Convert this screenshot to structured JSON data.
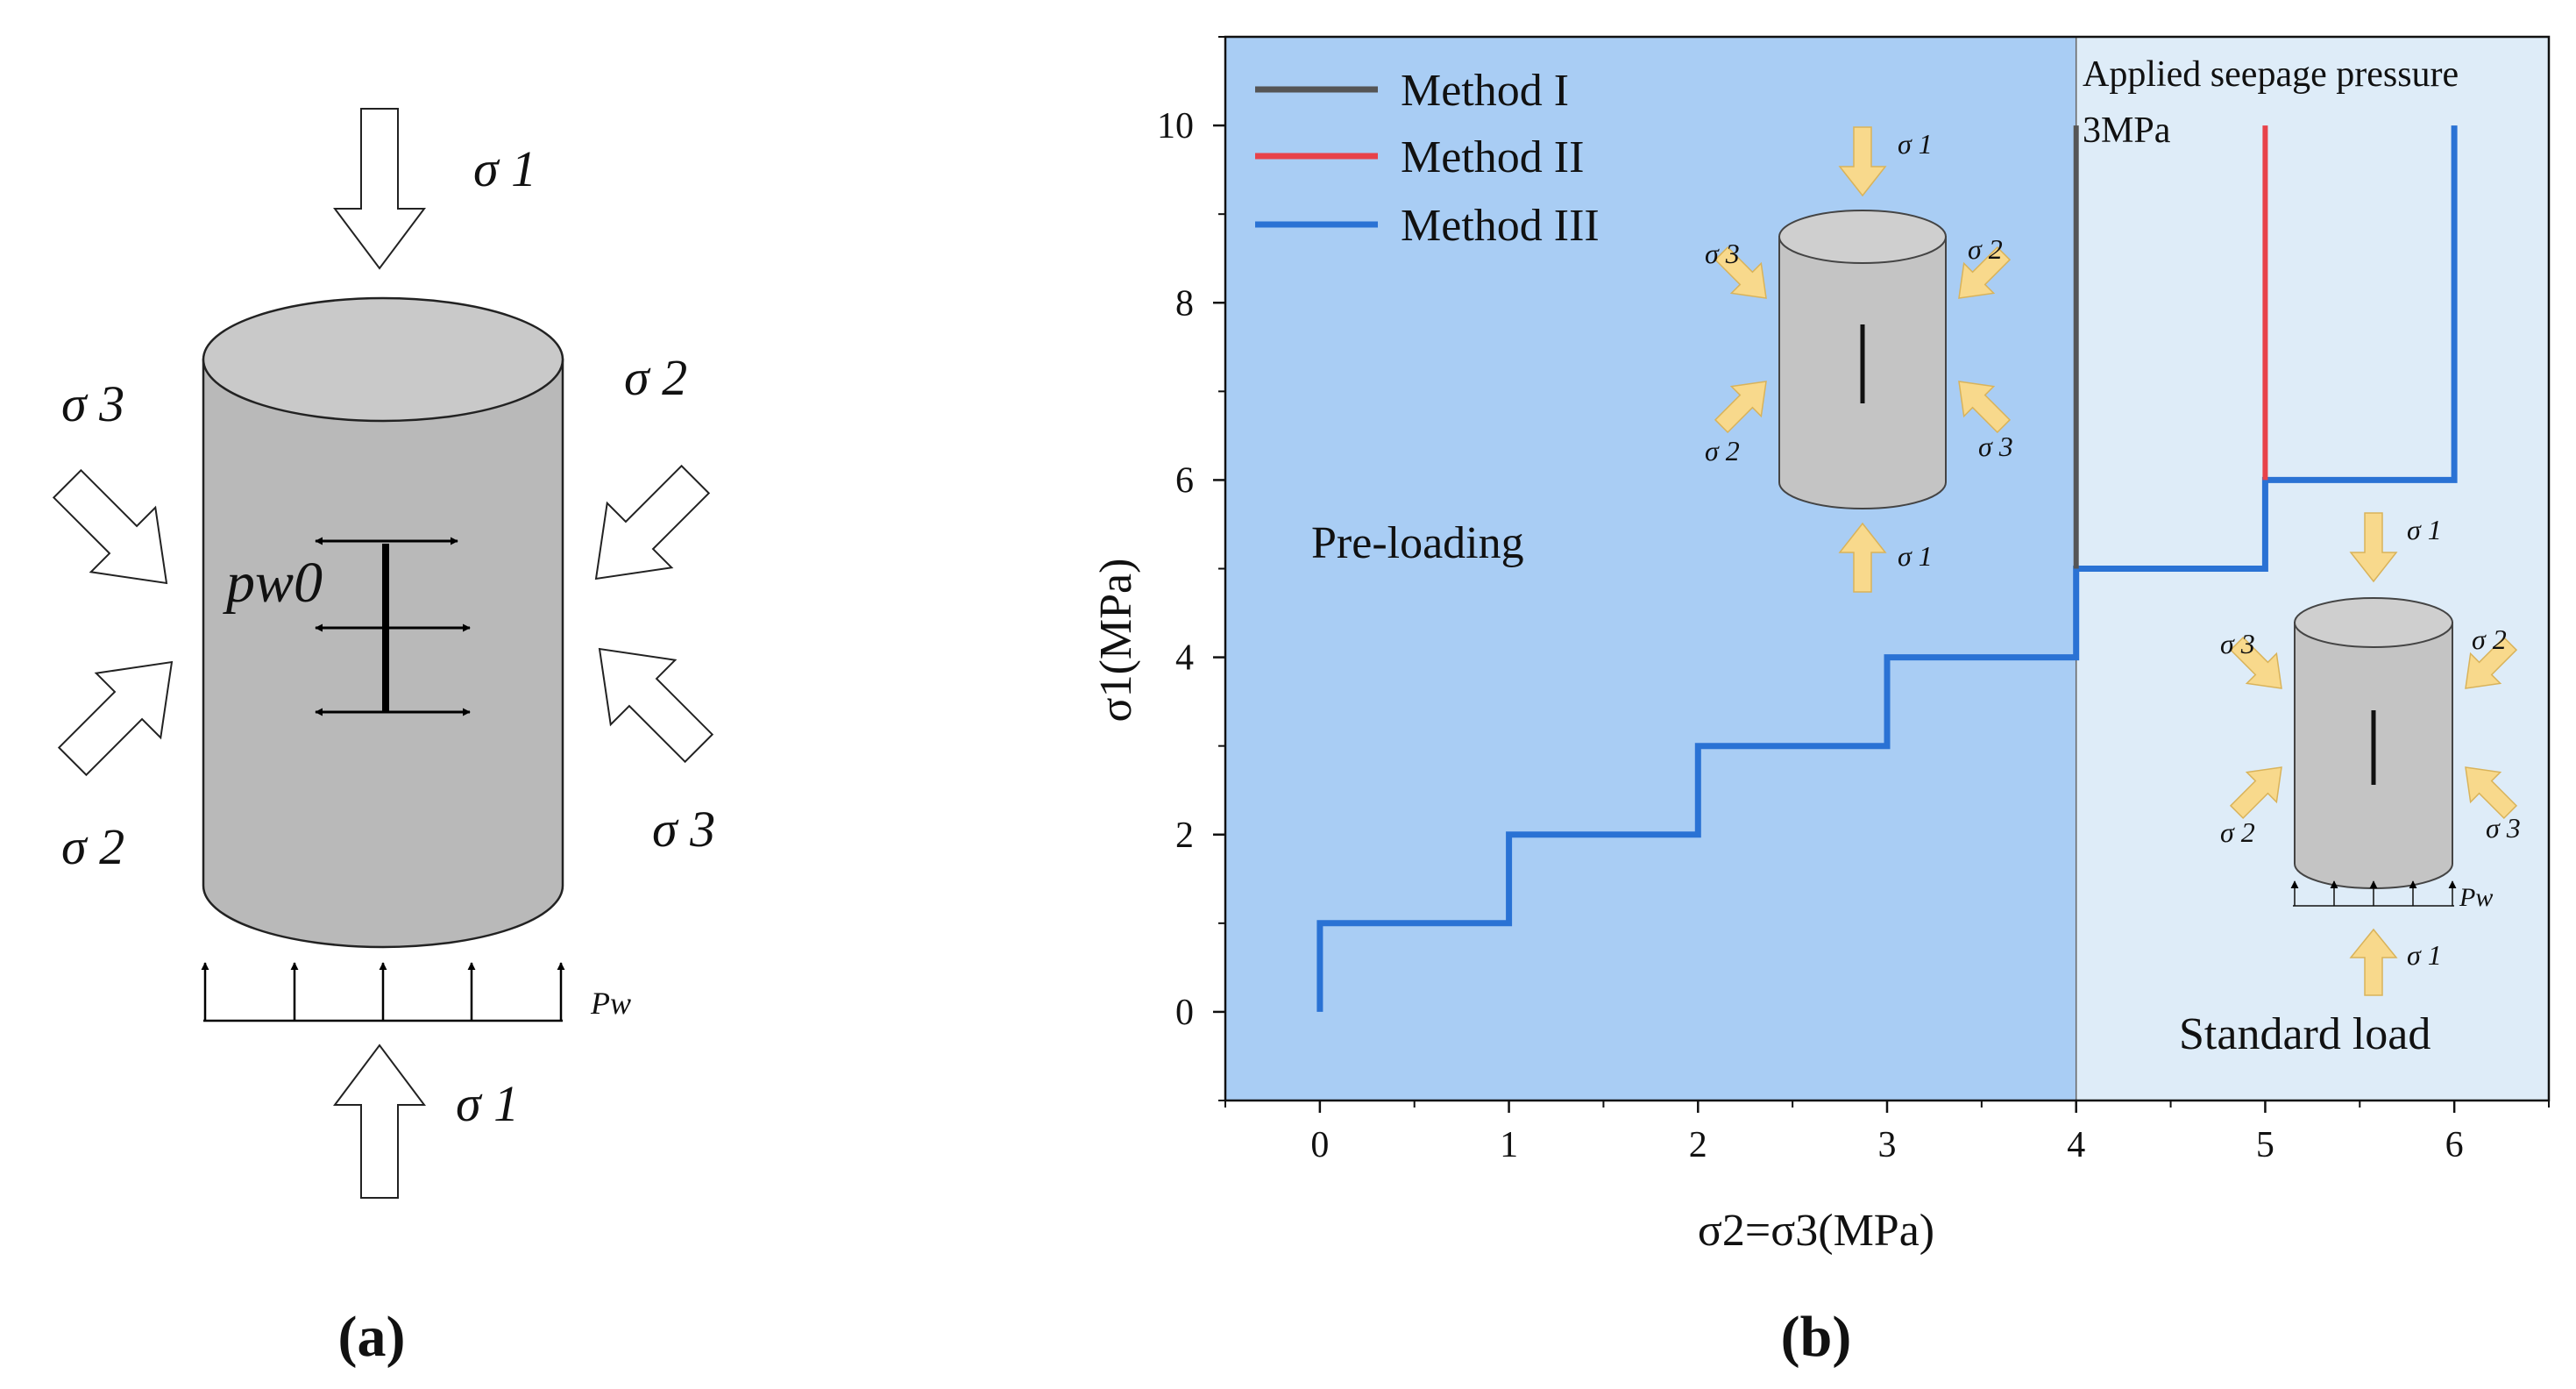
{
  "panel_a": {
    "caption": "(a)",
    "labels": {
      "sigma1_top": "σ 1",
      "sigma1_bottom": "σ 1",
      "sigma2_left": "σ 2",
      "sigma2_right": "σ 2",
      "sigma3_left": "σ 3",
      "sigma3_right": "σ 3",
      "pw0": "pw0",
      "pw": "Pw"
    }
  },
  "panel_b": {
    "caption": "(b)",
    "regions": {
      "preload_label": "Pre-loading",
      "standard_label": "Standard load",
      "seepage_line1": "Applied seepage pressure",
      "seepage_line2": "3MPa"
    },
    "inset_labels": {
      "s1": "σ 1",
      "s2": "σ 2",
      "s3": "σ 3",
      "pw": "Pw"
    },
    "colors": {
      "preload_bg": "#a9cdf4",
      "standard_bg": "#deecf8",
      "method1": "#555555",
      "method2": "#e8424a",
      "method3": "#2a72d4",
      "arrow_fill": "#f8d98c",
      "cylinder": "#c4c4c4"
    }
  },
  "chart_data": {
    "type": "line",
    "xlabel": "σ2=σ3(MPa)",
    "ylabel": "σ1(MPa)",
    "xlim": [
      -0.5,
      6.5
    ],
    "ylim": [
      -1,
      11
    ],
    "xticks": [
      0,
      1,
      2,
      3,
      4,
      5,
      6
    ],
    "yticks": [
      0,
      2,
      4,
      6,
      8,
      10
    ],
    "legend_position": "top-left",
    "series": [
      {
        "name": "Method I",
        "color": "#555555",
        "x": [
          4,
          4
        ],
        "y": [
          5,
          10
        ]
      },
      {
        "name": "Method II",
        "color": "#e8424a",
        "x": [
          5,
          5
        ],
        "y": [
          6,
          10
        ]
      },
      {
        "name": "Method III",
        "color": "#2a72d4",
        "x": [
          0,
          0,
          1,
          1,
          2,
          2,
          3,
          3,
          4,
          4,
          5,
          5,
          6,
          6
        ],
        "y": [
          0,
          1,
          1,
          2,
          2,
          3,
          3,
          4,
          4,
          5,
          5,
          6,
          6,
          10
        ]
      }
    ],
    "region_boundary_x": 4
  }
}
